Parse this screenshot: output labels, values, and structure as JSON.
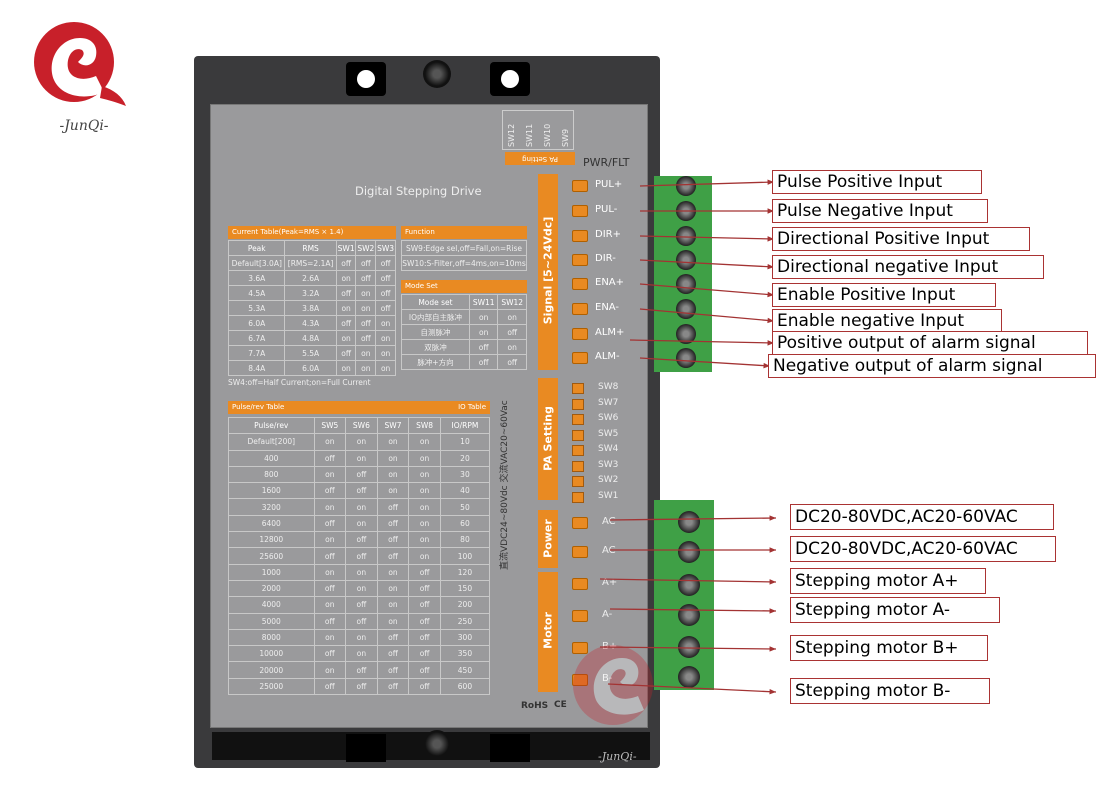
{
  "brand": {
    "name": "-JunQi-",
    "watermark": "-JunQi-",
    "color": "#c8202a"
  },
  "device": {
    "title": "Digital Stepping Drive",
    "pwr_flt": "PWR/FLT",
    "rohs": "RoHS",
    "ce": "CE",
    "voltage_label": "直流VDC24~80Vdc 交流VAC20~60Vac",
    "top_switches": [
      "SW12",
      "SW11",
      "SW10",
      "SW9"
    ],
    "top_pa_setting": "PA Setting",
    "current_table": {
      "title": "Current Table(Peak=RMS × 1.4)",
      "headers": [
        "Peak",
        "RMS",
        "SW1",
        "SW2",
        "SW3"
      ],
      "rows": [
        [
          "Default[3.0A]",
          "[RMS=2.1A]",
          "off",
          "off",
          "off"
        ],
        [
          "3.6A",
          "2.6A",
          "on",
          "off",
          "off"
        ],
        [
          "4.5A",
          "3.2A",
          "off",
          "on",
          "off"
        ],
        [
          "5.3A",
          "3.8A",
          "on",
          "on",
          "off"
        ],
        [
          "6.0A",
          "4.3A",
          "off",
          "off",
          "on"
        ],
        [
          "6.7A",
          "4.8A",
          "on",
          "off",
          "on"
        ],
        [
          "7.7A",
          "5.5A",
          "off",
          "on",
          "on"
        ],
        [
          "8.4A",
          "6.0A",
          "on",
          "on",
          "on"
        ]
      ],
      "note": "SW4:off=Half Current;on=Full Current"
    },
    "function_table": {
      "title": "Function",
      "rows": [
        "SW9:Edge sel,off=Fall,on=Rise",
        "SW10:S-Filter,off=4ms,on=10ms"
      ]
    },
    "mode_table": {
      "title": "Mode Set",
      "headers": [
        "Mode set",
        "SW11",
        "SW12"
      ],
      "rows": [
        [
          "IO内部自主脉冲",
          "on",
          "on"
        ],
        [
          "自测脉冲",
          "on",
          "off"
        ],
        [
          "双脉冲",
          "off",
          "on"
        ],
        [
          "脉冲+方向",
          "off",
          "off"
        ]
      ]
    },
    "pulse_table": {
      "title": "Pulse/rev Table",
      "title_right": "IO Table",
      "headers": [
        "Pulse/rev",
        "SW5",
        "SW6",
        "SW7",
        "SW8",
        "IO/RPM"
      ],
      "rows": [
        [
          "Default[200]",
          "on",
          "on",
          "on",
          "on",
          "10"
        ],
        [
          "400",
          "off",
          "on",
          "on",
          "on",
          "20"
        ],
        [
          "800",
          "on",
          "off",
          "on",
          "on",
          "30"
        ],
        [
          "1600",
          "off",
          "off",
          "on",
          "on",
          "40"
        ],
        [
          "3200",
          "on",
          "on",
          "off",
          "on",
          "50"
        ],
        [
          "6400",
          "off",
          "on",
          "off",
          "on",
          "60"
        ],
        [
          "12800",
          "on",
          "off",
          "off",
          "on",
          "80"
        ],
        [
          "25600",
          "off",
          "off",
          "off",
          "on",
          "100"
        ],
        [
          "1000",
          "on",
          "on",
          "on",
          "off",
          "120"
        ],
        [
          "2000",
          "off",
          "on",
          "on",
          "off",
          "150"
        ],
        [
          "4000",
          "on",
          "off",
          "on",
          "off",
          "200"
        ],
        [
          "5000",
          "off",
          "off",
          "on",
          "off",
          "250"
        ],
        [
          "8000",
          "on",
          "on",
          "off",
          "off",
          "300"
        ],
        [
          "10000",
          "off",
          "on",
          "off",
          "off",
          "350"
        ],
        [
          "20000",
          "on",
          "off",
          "off",
          "off",
          "450"
        ],
        [
          "25000",
          "off",
          "off",
          "off",
          "off",
          "600"
        ]
      ]
    },
    "signal_group": {
      "label": "Signal [5~24Vdc]",
      "pins": [
        "PUL+",
        "PUL-",
        "DIR+",
        "DIR-",
        "ENA+",
        "ENA-",
        "ALM+",
        "ALM-"
      ]
    },
    "pa_group": {
      "label": "PA Setting",
      "switches": [
        "SW8",
        "SW7",
        "SW6",
        "SW5",
        "SW4",
        "SW3",
        "SW2",
        "SW1"
      ]
    },
    "power_group": {
      "label": "Power",
      "pins": [
        "AC",
        "AC"
      ]
    },
    "motor_group": {
      "label": "Motor",
      "pins": [
        "A+",
        "A-",
        "B+",
        "B-"
      ]
    }
  },
  "callouts": {
    "signal": [
      "Pulse Positive Input",
      "Pulse Negative Input",
      "Directional Positive Input",
      "Directional negative Input",
      "Enable Positive Input",
      "Enable negative Input",
      "Positive output of alarm signal",
      "Negative output of alarm signal"
    ],
    "power": [
      "DC20-80VDC,AC20-60VAC",
      "DC20-80VDC,AC20-60VAC",
      "Stepping motor A+",
      "Stepping motor A-",
      "Stepping motor B+",
      "Stepping motor B-"
    ]
  },
  "colors": {
    "accent": "#e98a22",
    "callout_line": "#a33333",
    "terminal": "#3fa046"
  }
}
